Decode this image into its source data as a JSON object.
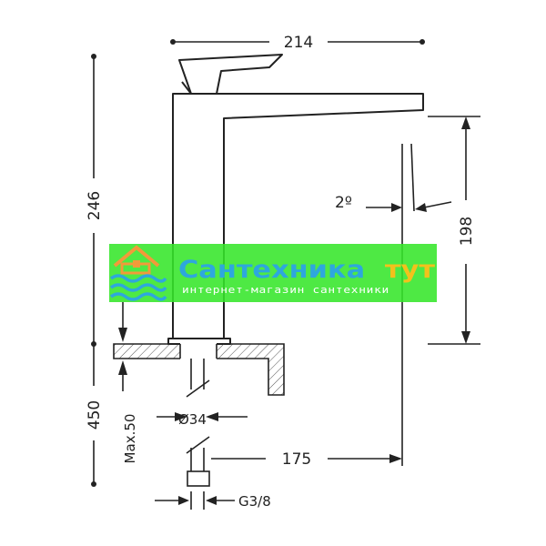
{
  "dimensions": {
    "width_total": "214",
    "height_total": "246",
    "spout_height": "198",
    "spout_angle": "2º",
    "spout_reach": "175",
    "body_diameter": "Ø34",
    "max_counter": "Max.50",
    "hose_length": "450",
    "thread": "G3/8"
  },
  "watermark": {
    "title_part1": "Сантехника",
    "title_part2": "тут",
    "subtitle": "интернет-магазин сантехники",
    "logo_icon": "house-waves-icon",
    "colors": {
      "background": "#35e62a",
      "title_part1": "#2ea7dd",
      "title_part2": "#f3c11c",
      "subtitle": "#ffffff",
      "logo": "#f29a3a"
    }
  }
}
